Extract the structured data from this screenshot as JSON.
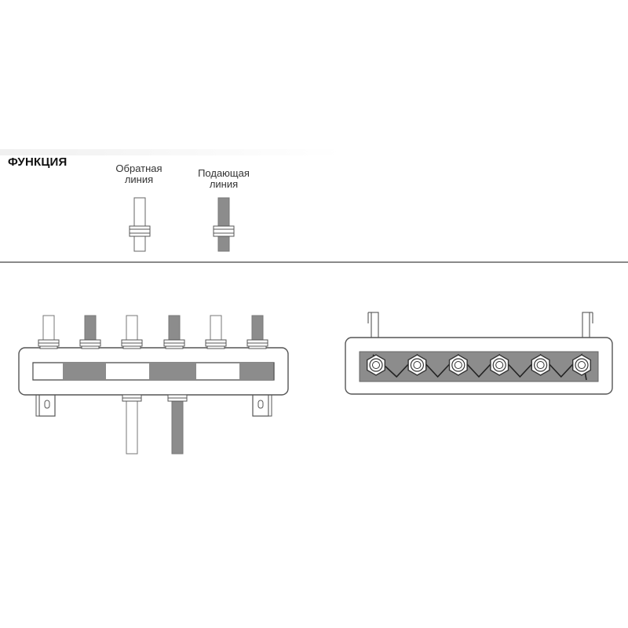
{
  "title": "ФУНКЦИЯ",
  "legend": {
    "return_line": {
      "line1": "Обратная",
      "line2": "линия"
    },
    "supply_line": {
      "line1": "Подающая",
      "line2": "линия"
    }
  },
  "colors": {
    "supply": "#8c8c8c",
    "return": "#ffffff",
    "stroke": "#555555",
    "divider": "#444444"
  },
  "front_view": {
    "top_pipes": [
      "return",
      "supply",
      "return",
      "supply",
      "return",
      "supply"
    ],
    "channel_segments": [
      "return",
      "supply",
      "return",
      "supply",
      "return",
      "supply"
    ],
    "bottom_pipes": [
      "return",
      "supply"
    ]
  },
  "top_view": {
    "nut_count": 6
  }
}
